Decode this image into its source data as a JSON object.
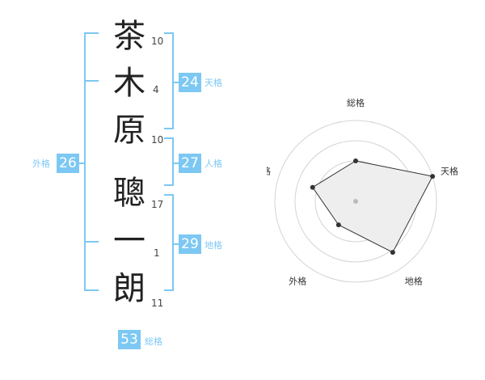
{
  "name_chars": [
    {
      "char": "茶",
      "strokes": "10"
    },
    {
      "char": "木",
      "strokes": "4"
    },
    {
      "char": "原",
      "strokes": "10"
    },
    {
      "char": "聰",
      "strokes": "17"
    },
    {
      "char": "一",
      "strokes": "1"
    },
    {
      "char": "朗",
      "strokes": "11"
    }
  ],
  "kakaku": {
    "tenkaku": {
      "value": "24",
      "label": "天格"
    },
    "jinkaku": {
      "value": "27",
      "label": "人格"
    },
    "chikaku": {
      "value": "29",
      "label": "地格"
    },
    "gaikaku": {
      "value": "26",
      "label": "外格"
    },
    "soukaku": {
      "value": "53",
      "label": "総格"
    }
  },
  "colors": {
    "accent": "#7cc8f3",
    "radar_fill": "#eeeeee",
    "radar_stroke": "#333333"
  },
  "chart_data": {
    "type": "radar",
    "axes": [
      "総格",
      "天格",
      "地格",
      "外格",
      "人格"
    ],
    "values": [
      0.5,
      1.0,
      0.78,
      0.36,
      0.56
    ],
    "grid_rings": 4
  }
}
